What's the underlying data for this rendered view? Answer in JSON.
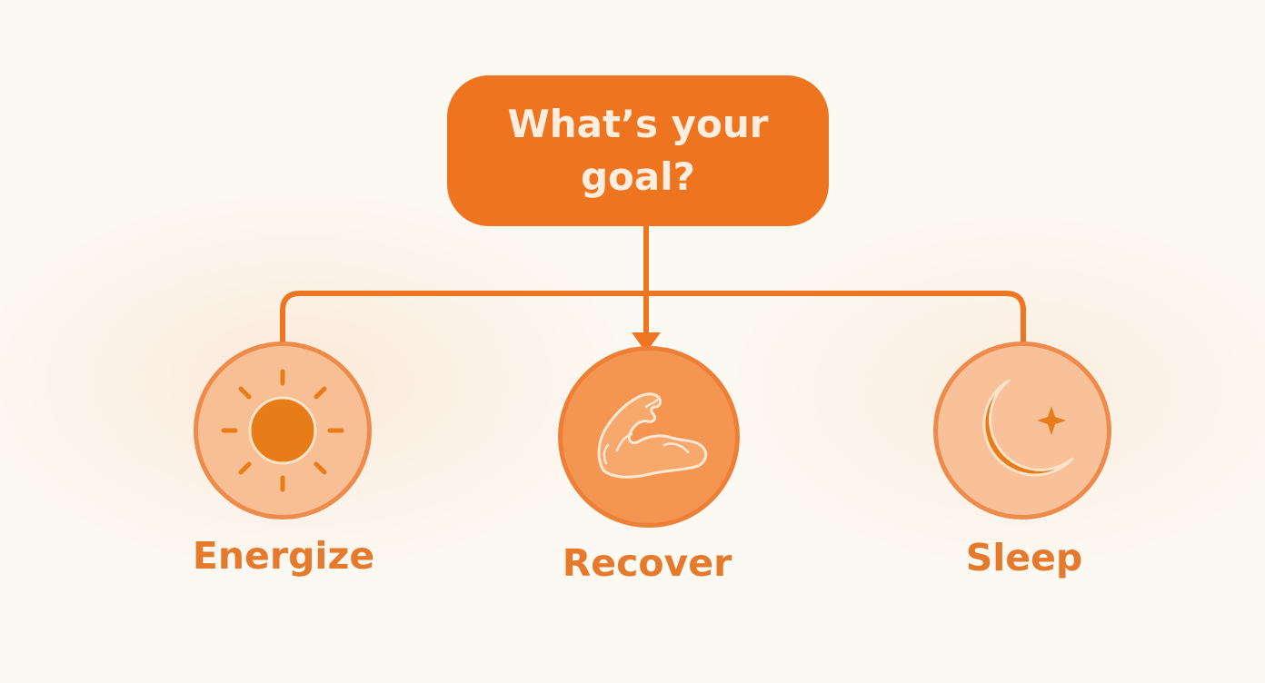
{
  "diagram": {
    "question": "What’s your goal?",
    "colors": {
      "primary": "#ef7420",
      "primary_text": "#fdeee0",
      "label": "#e57a2c",
      "circle_light": "#f8bf94",
      "circle_mid": "#f49552",
      "circle_border": "#ed8440",
      "background": "#fcf8f2"
    },
    "options": [
      {
        "label": "Energize",
        "icon": "sun-icon"
      },
      {
        "label": "Recover",
        "icon": "flexed-arm-icon"
      },
      {
        "label": "Sleep",
        "icon": "moon-star-icon"
      }
    ]
  }
}
